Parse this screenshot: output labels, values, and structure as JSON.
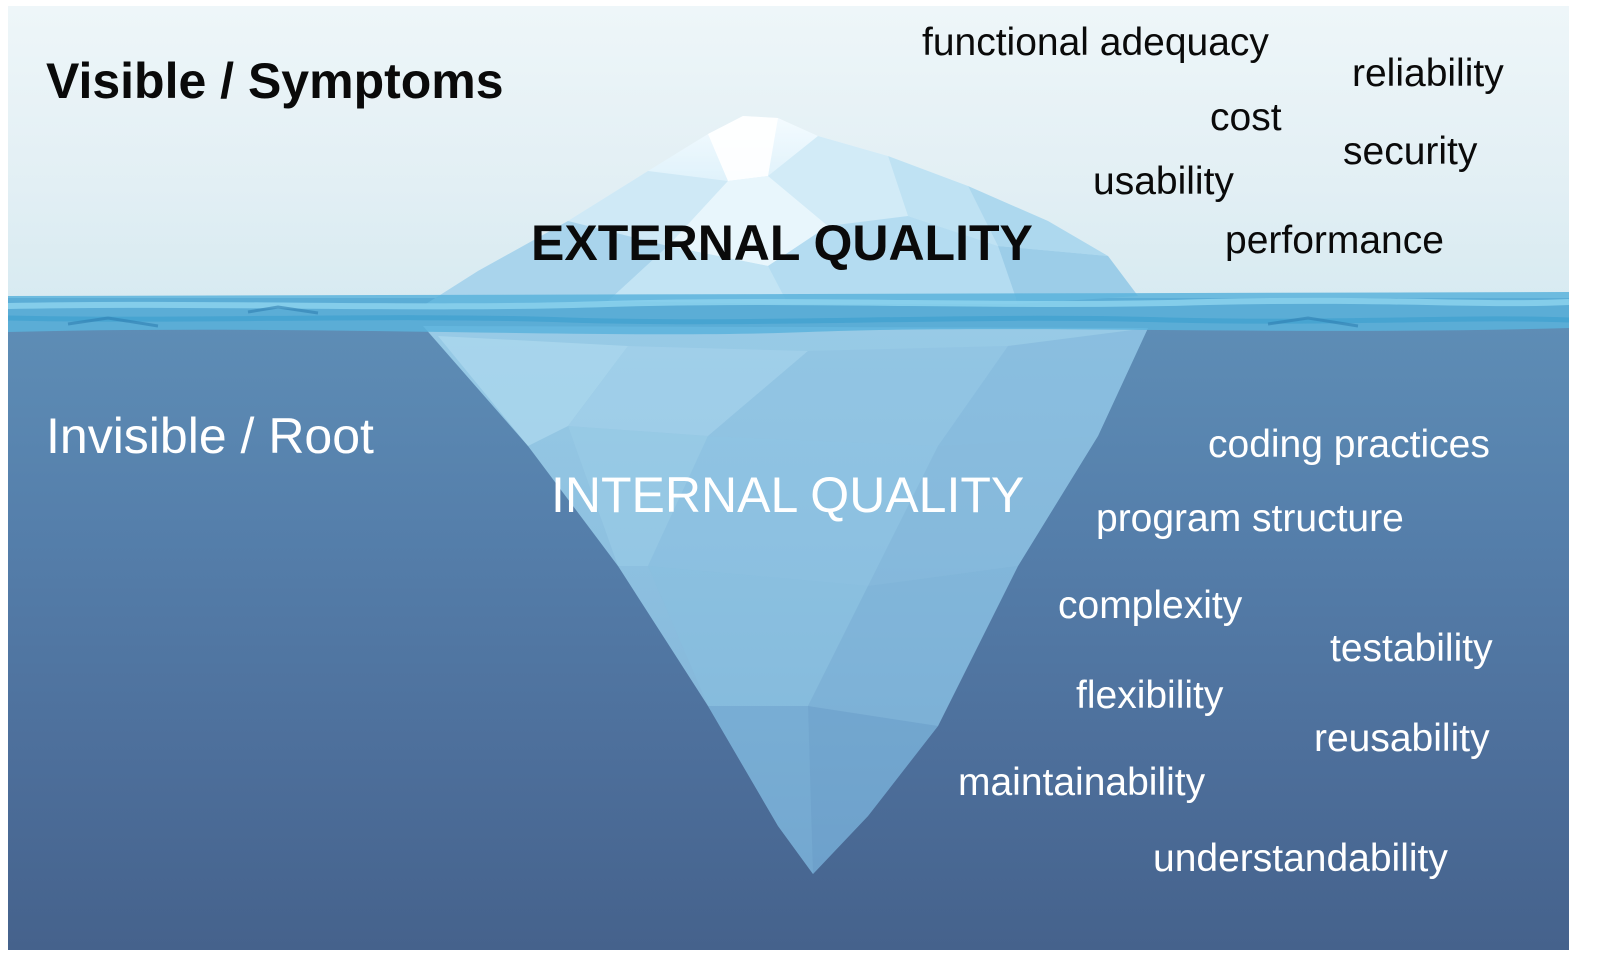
{
  "diagram": {
    "visible_label": "Visible / Symptoms",
    "invisible_label": "Invisible / Root",
    "external_title": "EXTERNAL QUALITY",
    "internal_title": "INTERNAL QUALITY",
    "external_attributes": [
      "functional adequacy",
      "reliability",
      "cost",
      "security",
      "usability",
      "performance"
    ],
    "internal_attributes": [
      "coding practices",
      "program structure",
      "complexity",
      "testability",
      "flexibility",
      "reusability",
      "maintainability",
      "understandability"
    ]
  },
  "colors": {
    "sky": "#e2eff4",
    "water": "#5282ad",
    "ice": "#a9d4ec",
    "text_dark": "#0a0a0a",
    "text_light": "#ffffff"
  }
}
